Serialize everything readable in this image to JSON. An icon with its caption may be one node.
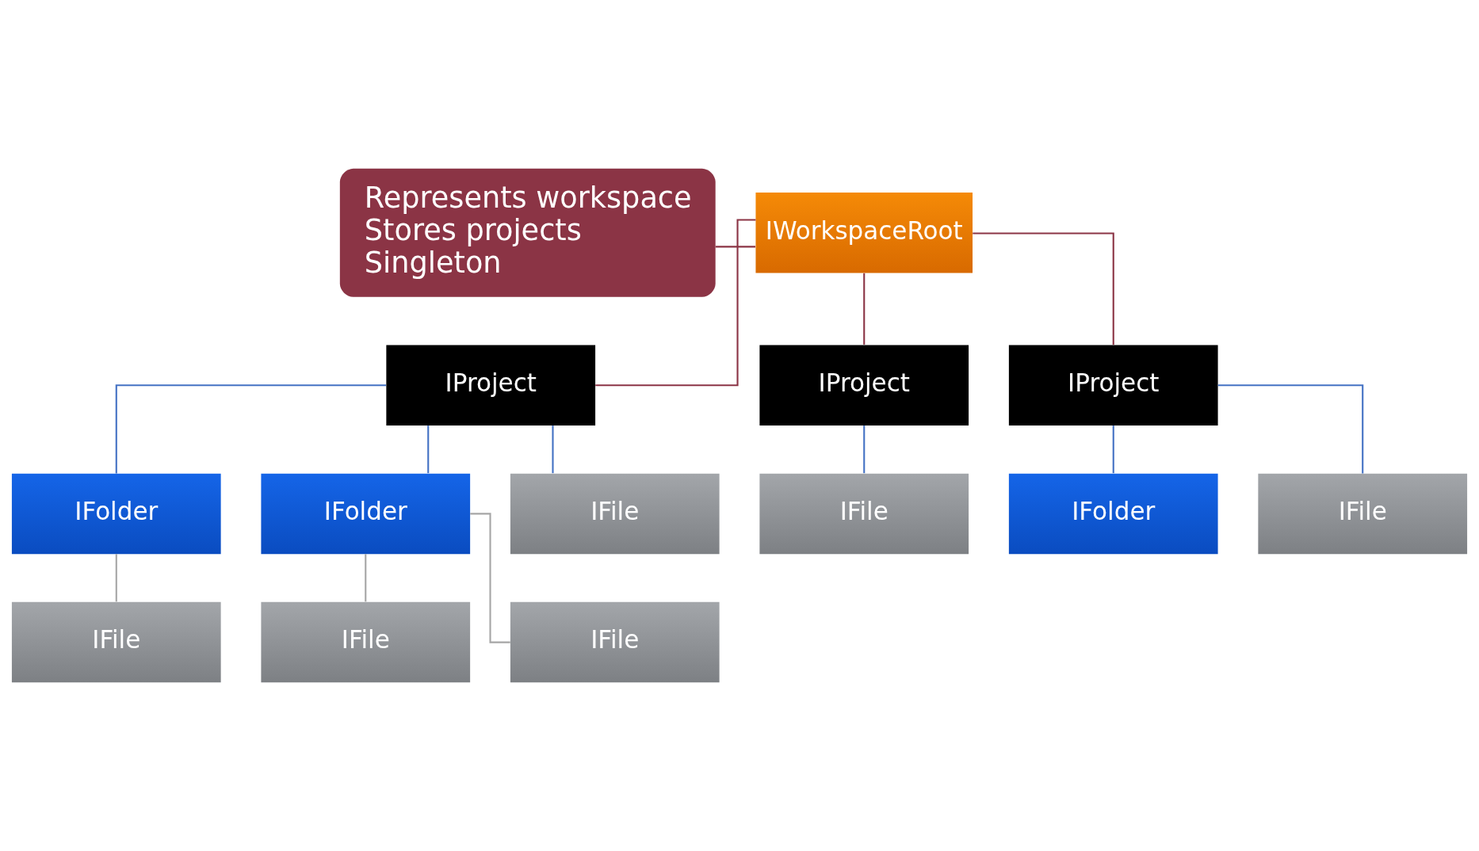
{
  "diagram": {
    "nodes": [
      {
        "text": [
          "Represents workspace",
          "Stores projects",
          "Singleton"
        ]
      },
      {
        "text": [
          "IWorkspaceRoot"
        ]
      },
      {
        "text": [
          "IProject"
        ]
      },
      {
        "text": [
          "IProject"
        ]
      },
      {
        "text": [
          "IProject"
        ]
      },
      {
        "text": [
          "IFolder"
        ]
      },
      {
        "text": [
          "IFolder"
        ]
      },
      {
        "text": [
          "IFile"
        ]
      },
      {
        "text": [
          "IFile"
        ]
      },
      {
        "text": [
          "IFolder"
        ]
      },
      {
        "text": [
          "IFile"
        ]
      },
      {
        "text": [
          "IFile"
        ]
      },
      {
        "text": [
          "IFile"
        ]
      },
      {
        "text": [
          "IFile"
        ]
      }
    ],
    "edges": [
      {
        "from": 0,
        "to": 1,
        "arrow": "none",
        "color": "#8b3445"
      },
      {
        "from": 1,
        "to": 2,
        "arrow": "none",
        "color": "#8b3445"
      },
      {
        "from": 1,
        "to": 3,
        "arrow": "none",
        "color": "#8b3445"
      },
      {
        "from": 1,
        "to": 4,
        "arrow": "none",
        "color": "#8b3445"
      },
      {
        "from": 2,
        "to": 5,
        "arrow": "none"
      },
      {
        "from": 2,
        "to": 6,
        "arrow": "none"
      },
      {
        "from": 2,
        "to": 7,
        "arrow": "none"
      },
      {
        "from": 3,
        "to": 8,
        "arrow": "none"
      },
      {
        "from": 4,
        "to": 9,
        "arrow": "none"
      },
      {
        "from": 4,
        "to": 12,
        "arrow": "none"
      },
      {
        "from": 5,
        "to": 10,
        "arrow": "none",
        "color": "#a6a6a6"
      },
      {
        "from": 6,
        "to": 11,
        "arrow": "none",
        "color": "#a6a6a6"
      },
      {
        "from": 6,
        "to": 13,
        "arrow": "none",
        "color": "#a6a6a6"
      }
    ]
  }
}
